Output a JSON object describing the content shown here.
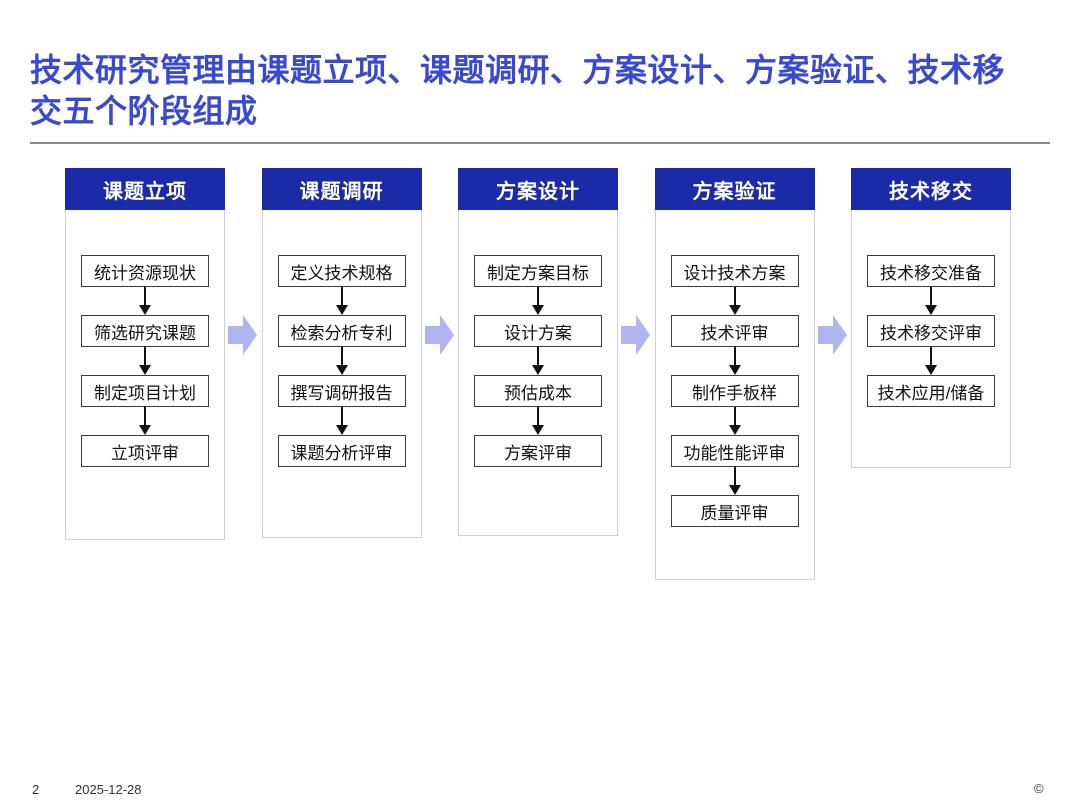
{
  "slide": {
    "title_lines": [
      "技术研究管理由课题立项、课题调研、方案设计、方案验证、技术移",
      "交五个阶段组成"
    ]
  },
  "colors": {
    "title_color": "#3a4ad0",
    "stage_header_bg": "#1b2ba8",
    "flow_arrow_color": "#aeb5ef",
    "step_box_border": "#3c3c3c"
  },
  "columns": [
    {
      "header": "课题立项",
      "steps": [
        "统计资源现状",
        "筛选研究课题",
        "制定项目计划",
        "立项评审"
      ]
    },
    {
      "header": "课题调研",
      "steps": [
        "定义技术规格",
        "检索分析专利",
        "撰写调研报告",
        "课题分析评审"
      ]
    },
    {
      "header": "方案设计",
      "steps": [
        "制定方案目标",
        "设计方案",
        "预估成本",
        "方案评审"
      ]
    },
    {
      "header": "方案验证",
      "steps": [
        "设计技术方案",
        "技术评审",
        "制作手板样",
        "功能性能评审",
        "质量评审"
      ]
    },
    {
      "header": "技术移交",
      "steps": [
        "技术移交准备",
        "技术移交评审",
        "技术应用/储备"
      ]
    }
  ],
  "footer": {
    "page_number": "2",
    "date": "2025-12-28",
    "copyright": "©"
  }
}
